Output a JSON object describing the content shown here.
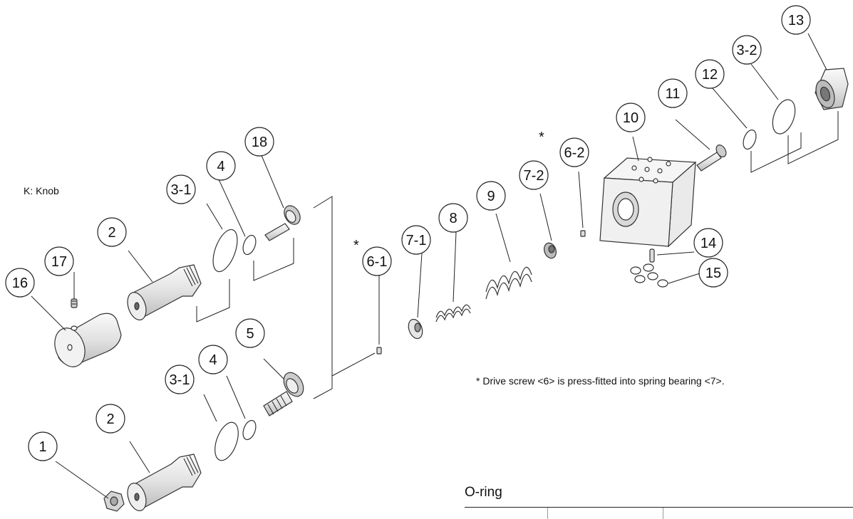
{
  "labels": {
    "knob_note": "K: Knob",
    "drive_screw_note": "* Drive screw <6> is press-fitted into spring bearing <7>.",
    "asterisk": "*",
    "oring_title": "O-ring"
  },
  "callouts": {
    "c1": "1",
    "c2a": "2",
    "c2b": "2",
    "c3_1a": "3-1",
    "c3_1b": "3-1",
    "c3_2": "3-2",
    "c4a": "4",
    "c4b": "4",
    "c5": "5",
    "c6_1": "6-1",
    "c6_2": "6-2",
    "c7_1": "7-1",
    "c7_2": "7-2",
    "c8": "8",
    "c9": "9",
    "c10": "10",
    "c11": "11",
    "c12": "12",
    "c13": "13",
    "c14": "14",
    "c15": "15",
    "c16": "16",
    "c17": "17",
    "c18": "18"
  },
  "colors": {
    "line": "#222222",
    "part_fill": "#e6e6e6",
    "part_dark": "#8a8a8a"
  }
}
